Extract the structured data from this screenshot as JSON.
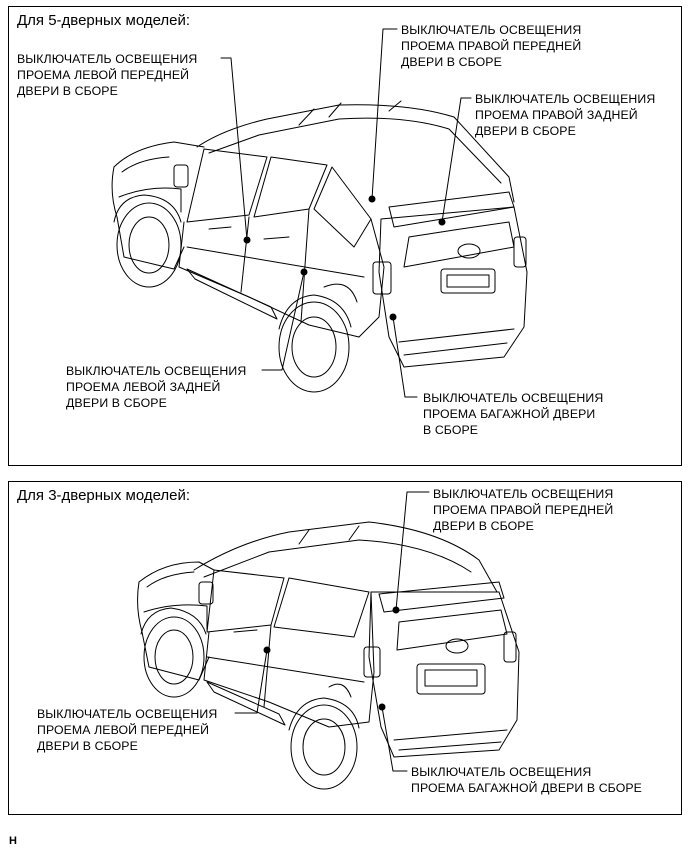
{
  "panel_5door": {
    "title": "Для 5-дверных моделей:",
    "labels": {
      "front_left": [
        "ВЫКЛЮЧАТЕЛЬ ОСВЕЩЕНИЯ",
        "ПРОЕМА ЛЕВОЙ ПЕРЕДНЕЙ",
        "ДВЕРИ В СБОРЕ"
      ],
      "front_right": [
        "ВЫКЛЮЧАТЕЛЬ ОСВЕЩЕНИЯ",
        "ПРОЕМА ПРАВОЙ ПЕРЕДНЕЙ",
        "ДВЕРИ В СБОРЕ"
      ],
      "rear_right": [
        "ВЫКЛЮЧАТЕЛЬ ОСВЕЩЕНИЯ",
        "ПРОЕМА ПРАВОЙ ЗАДНЕЙ",
        "ДВЕРИ В СБОРЕ"
      ],
      "rear_left": [
        "ВЫКЛЮЧАТЕЛЬ ОСВЕЩЕНИЯ",
        "ПРОЕМА ЛЕВОЙ ЗАДНЕЙ",
        "ДВЕРИ В СБОРЕ"
      ],
      "back_door": [
        "ВЫКЛЮЧАТЕЛЬ ОСВЕЩЕНИЯ",
        "ПРОЕМА БАГАЖНОЙ ДВЕРИ",
        "В СБОРЕ"
      ]
    }
  },
  "panel_3door": {
    "title": "Для 3-дверных моделей:",
    "labels": {
      "front_right": [
        "ВЫКЛЮЧАТЕЛЬ ОСВЕЩЕНИЯ",
        "ПРОЕМА ПРАВОЙ ПЕРЕДНЕЙ",
        "ДВЕРИ В СБОРЕ"
      ],
      "front_left": [
        "ВЫКЛЮЧАТЕЛЬ ОСВЕЩЕНИЯ",
        "ПРОЕМА ЛЕВОЙ ПЕРЕДНЕЙ",
        "ДВЕРИ В СБОРЕ"
      ],
      "back_door": [
        "ВЫКЛЮЧАТЕЛЬ ОСВЕЩЕНИЯ",
        "ПРОЕМА БАГАЖНОЙ ДВЕРИ В СБОРЕ"
      ]
    }
  },
  "footer_code": "H"
}
